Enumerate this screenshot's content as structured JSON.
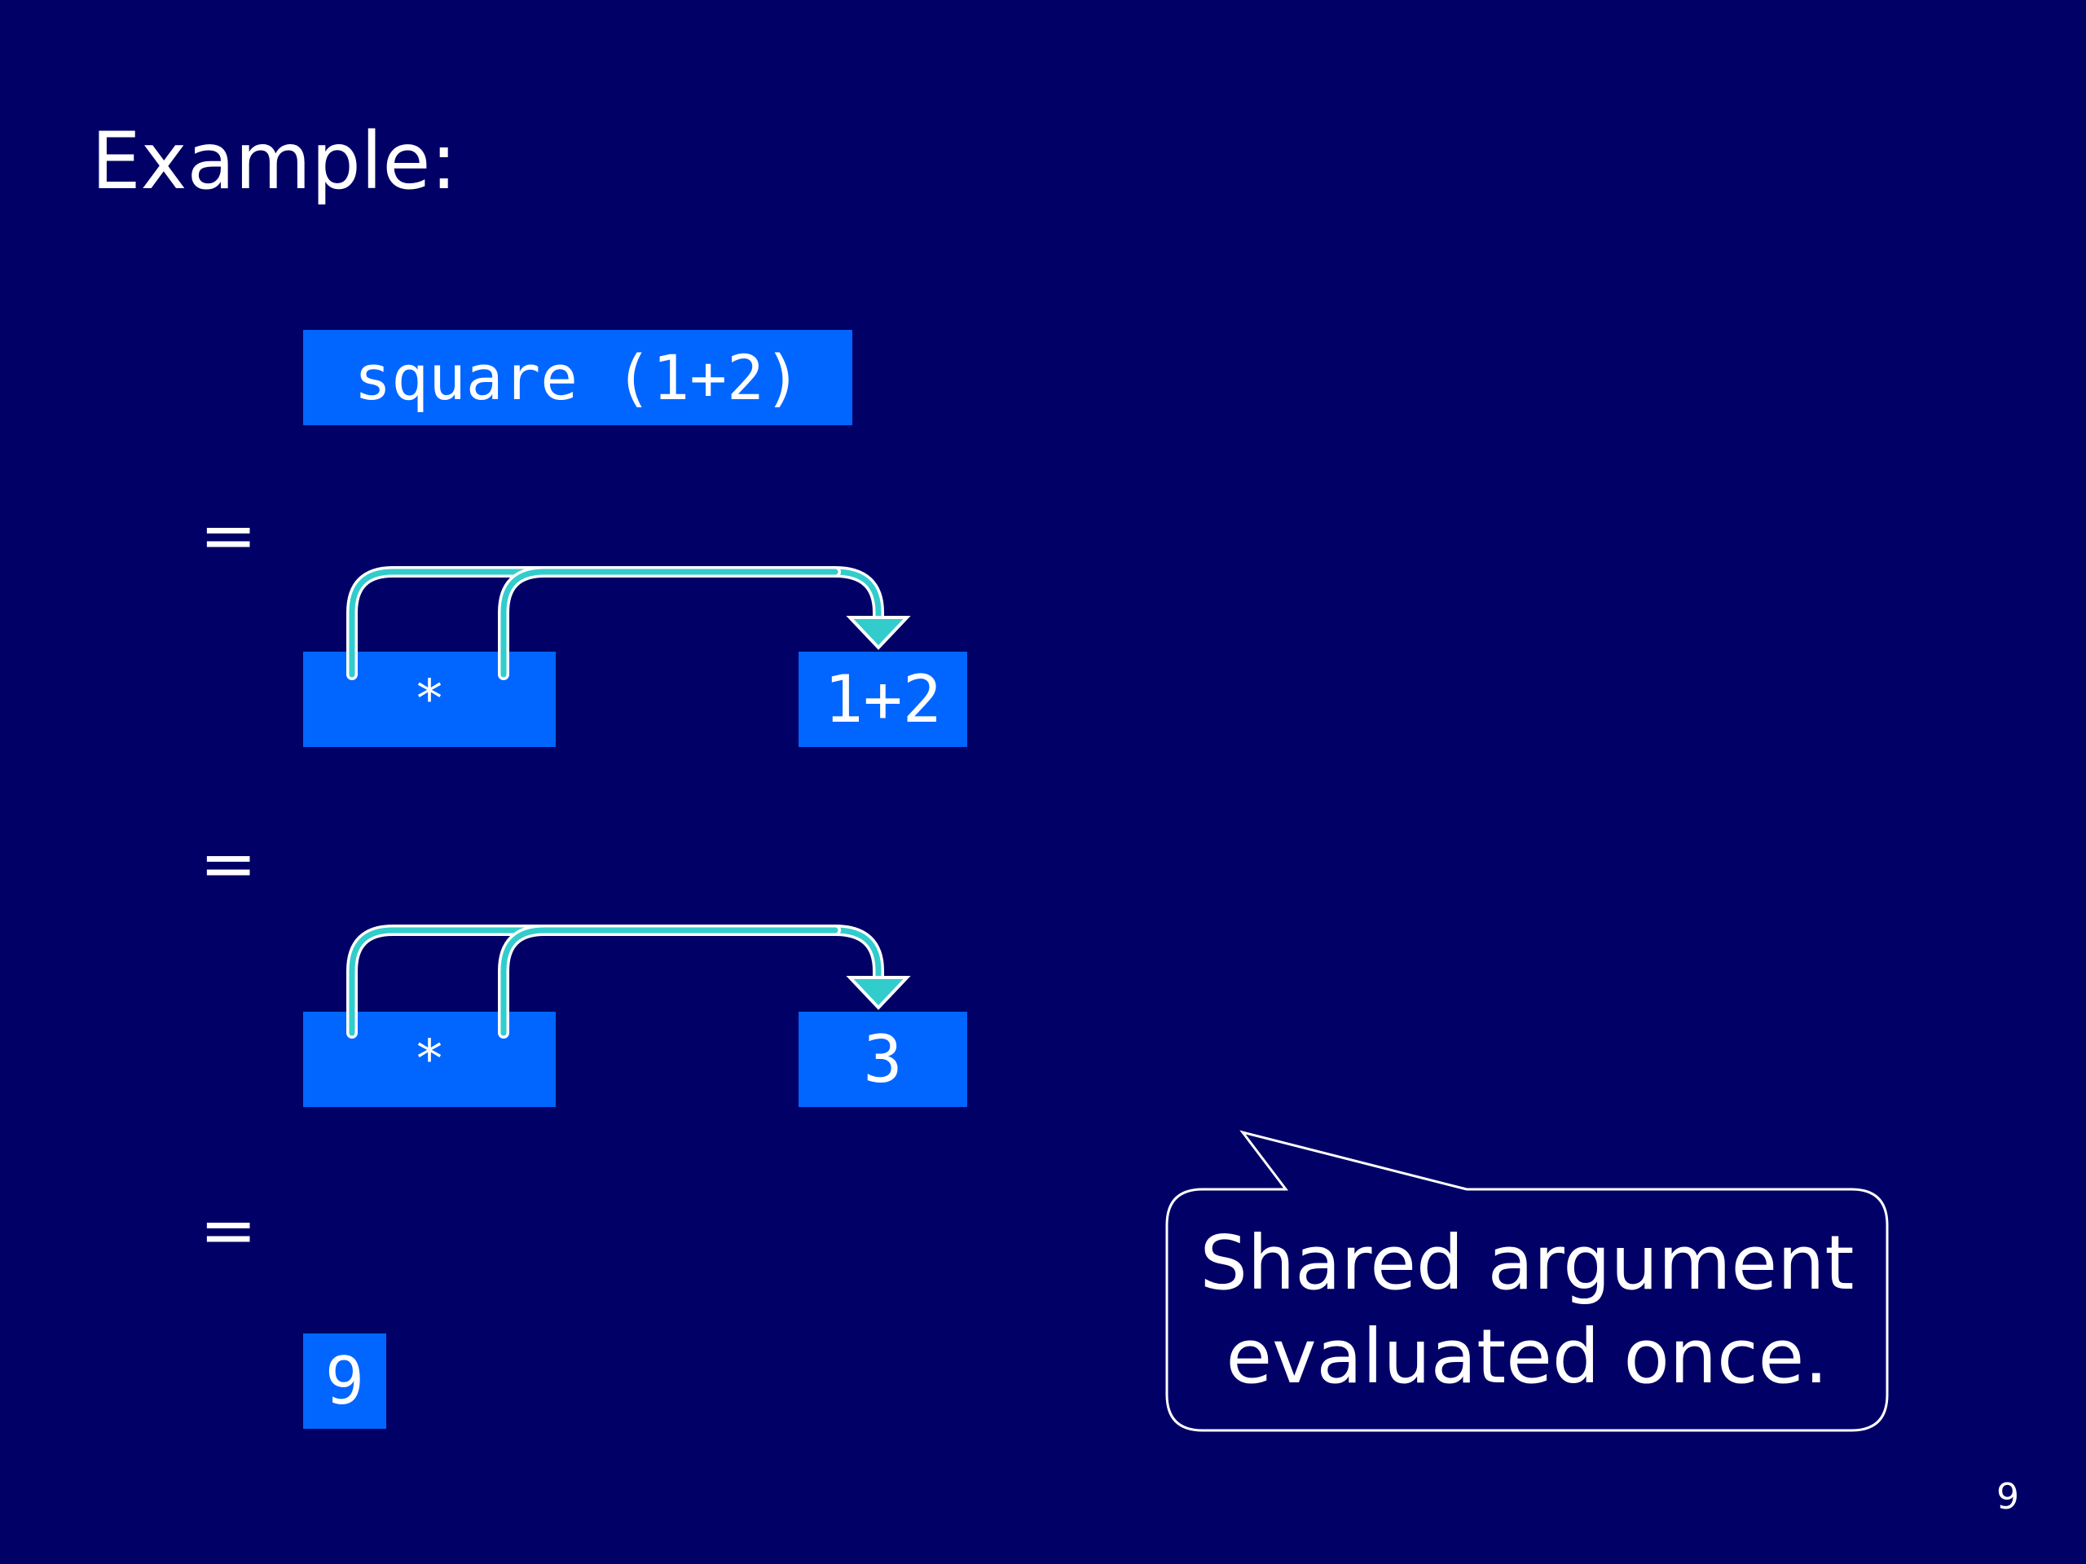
{
  "slide": {
    "title": "Example:",
    "page_number": "9",
    "equals_sign": "="
  },
  "steps": {
    "expression": "square (1+2)",
    "step1": {
      "operator": "*",
      "argument": "1+2"
    },
    "step2": {
      "operator": "*",
      "argument": "3"
    },
    "result": "9"
  },
  "callout": {
    "line1": "Shared argument",
    "line2": "evaluated once."
  },
  "colors": {
    "background": "#000066",
    "box_fill": "#0066ff",
    "arrow": "#33cccc",
    "text": "#ffffff"
  }
}
